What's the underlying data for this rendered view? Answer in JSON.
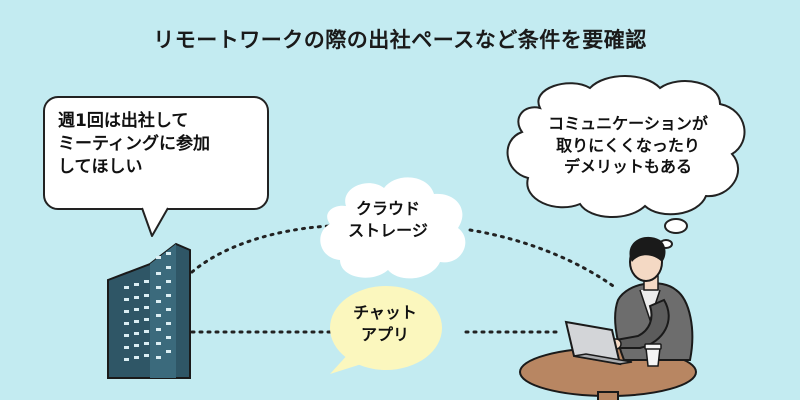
{
  "title": "リモートワークの際の出社ペースなど条件を要確認",
  "office_bubble": {
    "lines": [
      "週1回は出社して",
      "ミーティングに参加",
      "してほしい"
    ]
  },
  "worker_thought": {
    "lines": [
      "コミュニケーションが",
      "取りにくくなったり",
      "デメリットもある"
    ]
  },
  "cloud_storage": {
    "lines": [
      "クラウド",
      "ストレージ"
    ]
  },
  "chat_app": {
    "lines": [
      "チャット",
      "アプリ"
    ]
  },
  "colors": {
    "background": "#c3ebf1",
    "building": "#2f5666",
    "chat_bubble": "#fbf7be",
    "table": "#b88662"
  }
}
